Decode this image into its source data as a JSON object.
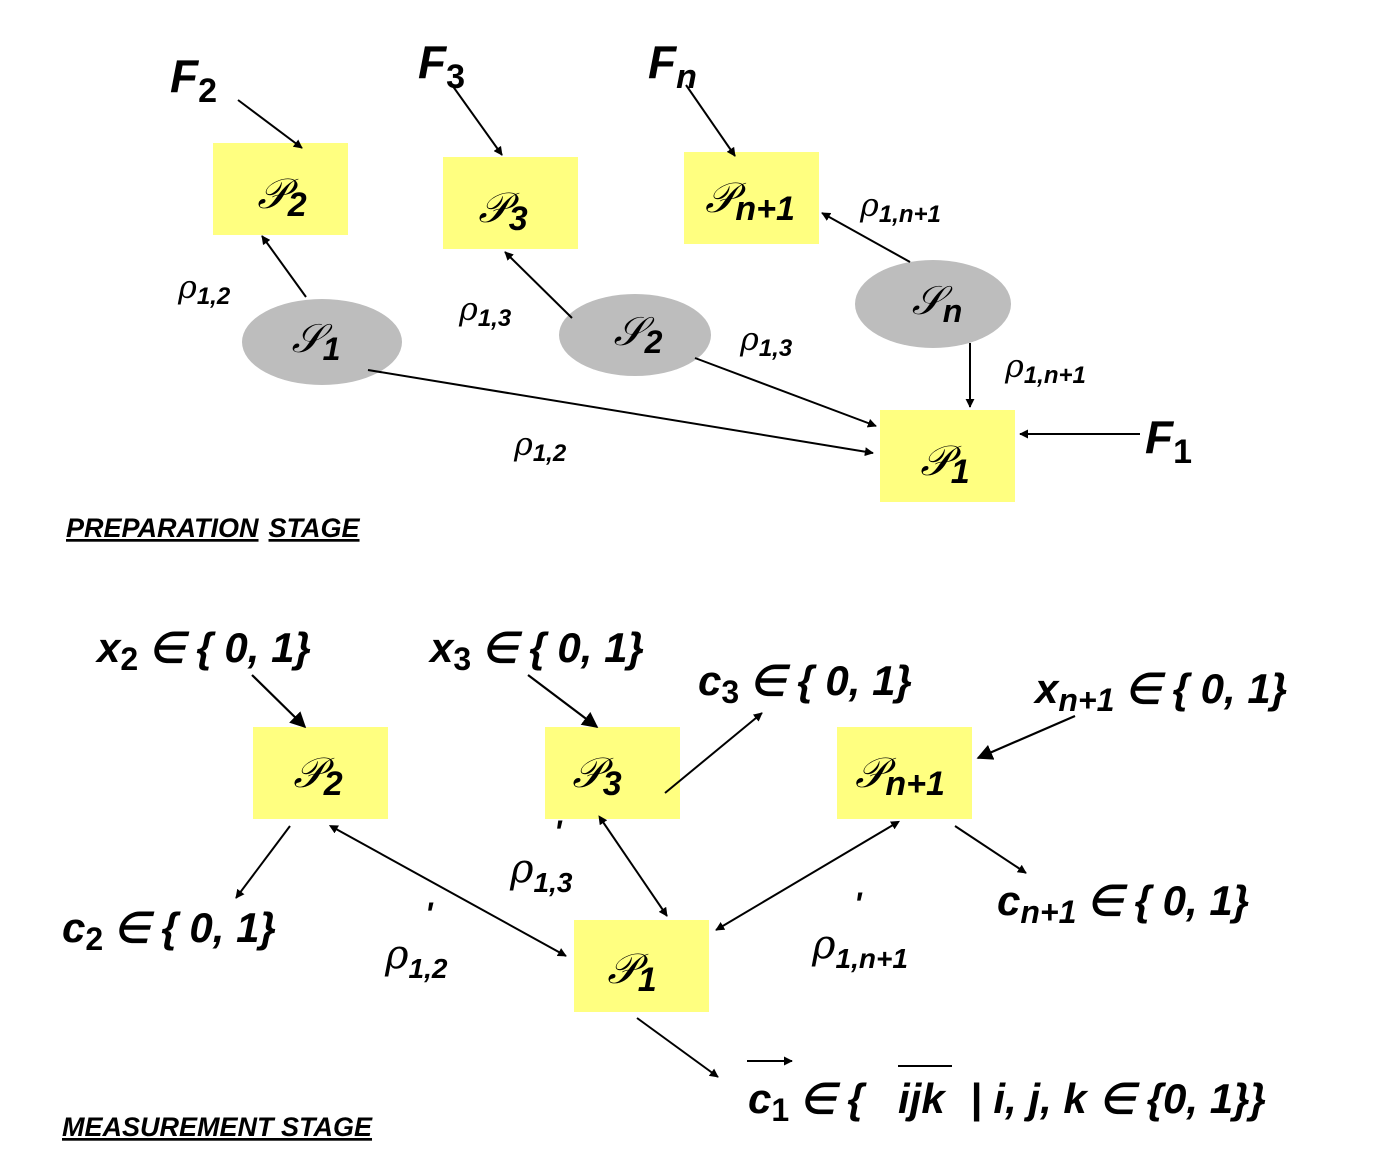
{
  "preparation": {
    "stage_label_1": "PREPARATION",
    "stage_label_2": "STAGE",
    "nodes": {
      "p2": {
        "symbol": "𝒫",
        "sub": "2"
      },
      "p3": {
        "symbol": "𝒫",
        "sub": "3"
      },
      "pn1": {
        "symbol": "𝒫",
        "sub": "n+1"
      },
      "p1": {
        "symbol": "𝒫",
        "sub": "1"
      },
      "s1": {
        "symbol": "𝒮",
        "sub": "1"
      },
      "s2": {
        "symbol": "𝒮",
        "sub": "2"
      },
      "sn": {
        "symbol": "𝒮",
        "sub": "n"
      }
    },
    "inputs": {
      "f2": {
        "symbol": "F",
        "sub": "2"
      },
      "f3": {
        "symbol": "F",
        "sub": "3"
      },
      "fn": {
        "symbol": "F",
        "sub": "n"
      },
      "f1": {
        "symbol": "F",
        "sub": "1"
      }
    },
    "edge_labels": {
      "rho": "ρ",
      "s1_p2": "1,2",
      "s2_p3": "1,3",
      "sn_pn1": "1,n+1",
      "s2_p1": "1,3",
      "sn_p1": "1,n+1",
      "s1_p1": "1,2"
    }
  },
  "measurement": {
    "stage_label": "MEASUREMENT STAGE",
    "nodes": {
      "p2": {
        "symbol": "𝒫",
        "sub": "2"
      },
      "p3": {
        "symbol": "𝒫",
        "sub": "3"
      },
      "pn1": {
        "symbol": "𝒫",
        "sub": "n+1"
      },
      "p1": {
        "symbol": "𝒫",
        "sub": "1"
      }
    },
    "inputs": {
      "x2": {
        "var": "x",
        "sub": "2",
        "set": "∈ { 0, 1}"
      },
      "x3": {
        "var": "x",
        "sub": "3",
        "set": "∈ { 0, 1}"
      },
      "xn1": {
        "var": "x",
        "sub": "n+1",
        "set": "∈ { 0, 1}"
      }
    },
    "outputs": {
      "c2": {
        "var": "c",
        "sub": "2",
        "set": "∈ { 0, 1}"
      },
      "c3": {
        "var": "c",
        "sub": "3",
        "set": "∈ { 0, 1}"
      },
      "cn1": {
        "var": "c",
        "sub": "n+1",
        "set": "∈ { 0, 1}"
      },
      "c1": {
        "var": "c",
        "sub": "1",
        "set_open": "∈ {",
        "bar": "ijk",
        "condition": "| i, j, k ∈ {0, 1}}"
      }
    },
    "edge_labels": {
      "rho": "ρ",
      "prime": "'",
      "p1_p2": "1,2",
      "p1_p3": "1,3",
      "p1_pn1": "1,n+1"
    }
  }
}
